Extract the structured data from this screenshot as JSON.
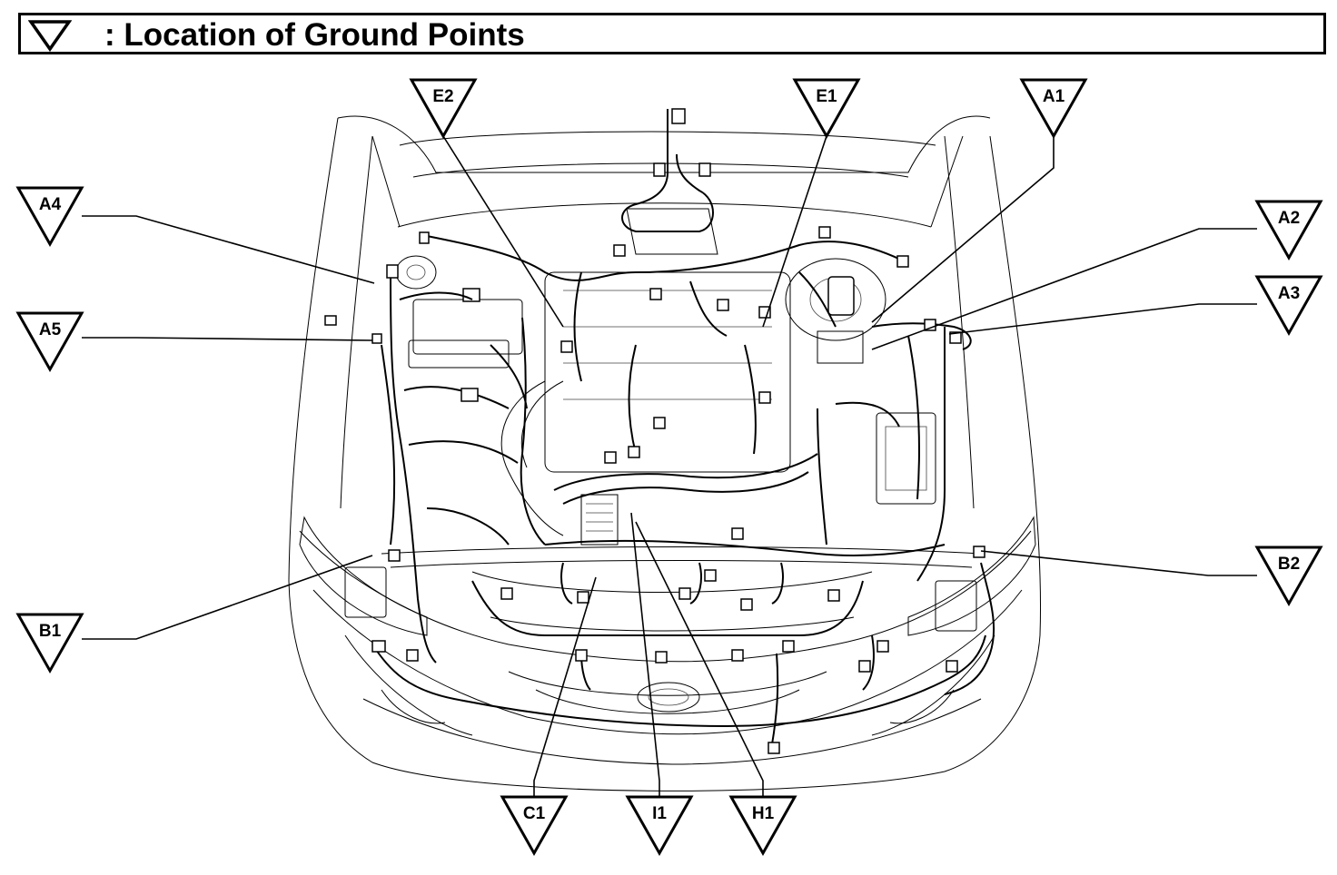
{
  "header": {
    "title": ": Location of Ground Points",
    "icon": "ground-point-triangle-icon"
  },
  "ground_points": [
    {
      "id": "E2",
      "label": "E2"
    },
    {
      "id": "E1",
      "label": "E1"
    },
    {
      "id": "A1",
      "label": "A1"
    },
    {
      "id": "A4",
      "label": "A4"
    },
    {
      "id": "A5",
      "label": "A5"
    },
    {
      "id": "A2",
      "label": "A2"
    },
    {
      "id": "A3",
      "label": "A3"
    },
    {
      "id": "B1",
      "label": "B1"
    },
    {
      "id": "B2",
      "label": "B2"
    },
    {
      "id": "C1",
      "label": "C1"
    },
    {
      "id": "I1",
      "label": "I1"
    },
    {
      "id": "H1",
      "label": "H1"
    }
  ],
  "colors": {
    "line": "#000000",
    "background": "#ffffff"
  }
}
